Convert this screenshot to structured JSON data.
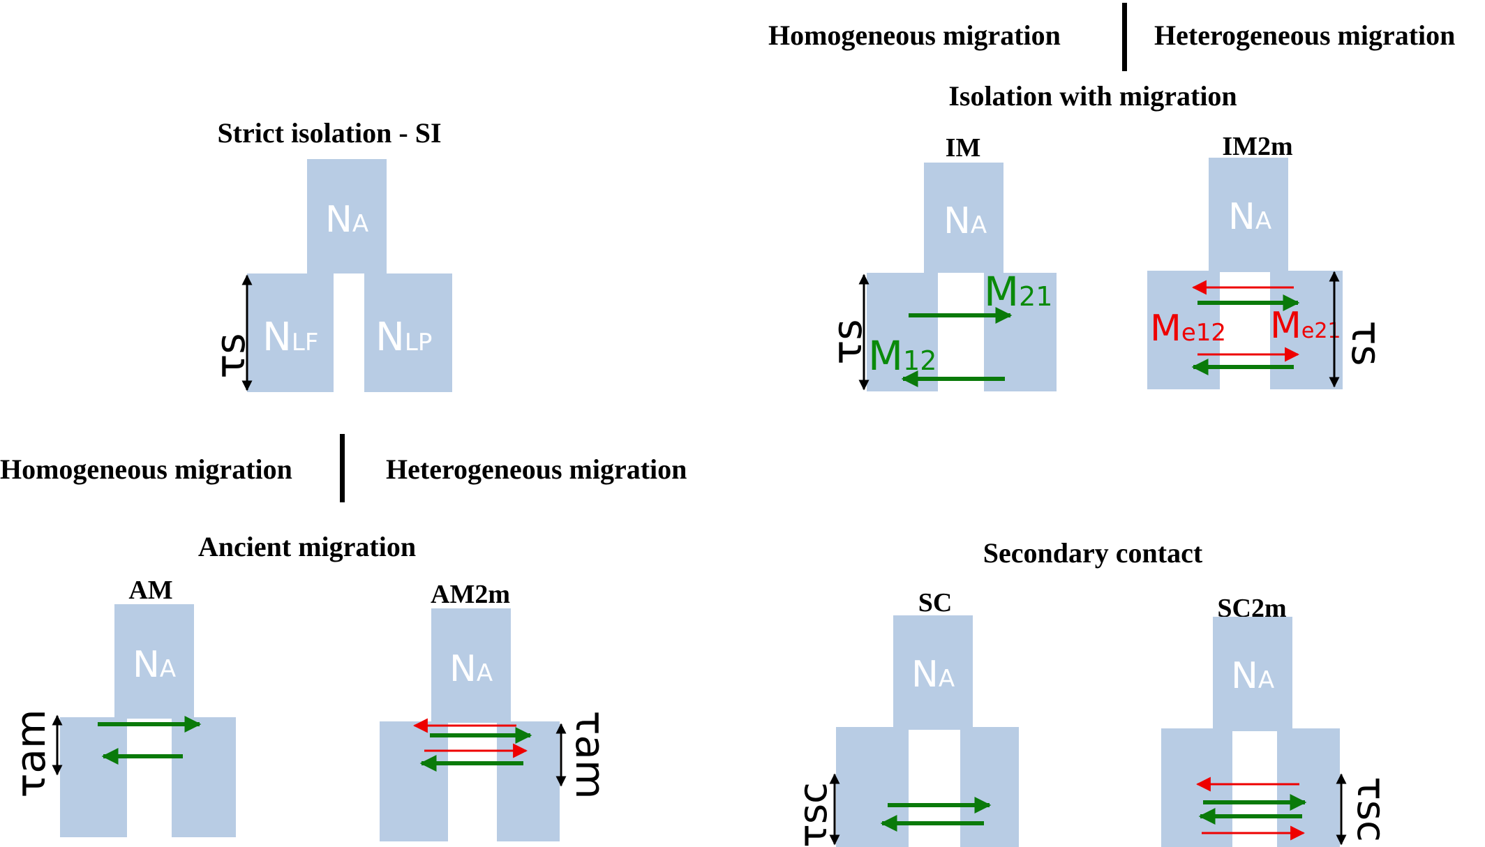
{
  "headers": {
    "homogeneous": "Homogeneous migration",
    "heterogeneous": "Heterogeneous migration"
  },
  "titles": {
    "si": "Strict isolation - SI",
    "im_group": "Isolation with migration",
    "am_group": "Ancient migration",
    "sc_group": "Secondary contact"
  },
  "models": {
    "im": "IM",
    "im2m": "IM2m",
    "am": "AM",
    "am2m": "AM2m",
    "sc": "SC",
    "sc2m": "SC2m"
  },
  "labels": {
    "N": "N",
    "A": "A",
    "LF": "LF",
    "LP": "LP",
    "M": "M",
    "sub12": "12",
    "sub21": "21",
    "e12": "e12",
    "e21": "e21"
  },
  "taus": {
    "ts": "τs",
    "tam": "τam",
    "tsc": "τsc"
  },
  "colors": {
    "box": "#b8cce4",
    "green": "#0a7a0a",
    "red": "#ee0000",
    "black": "#000000"
  }
}
